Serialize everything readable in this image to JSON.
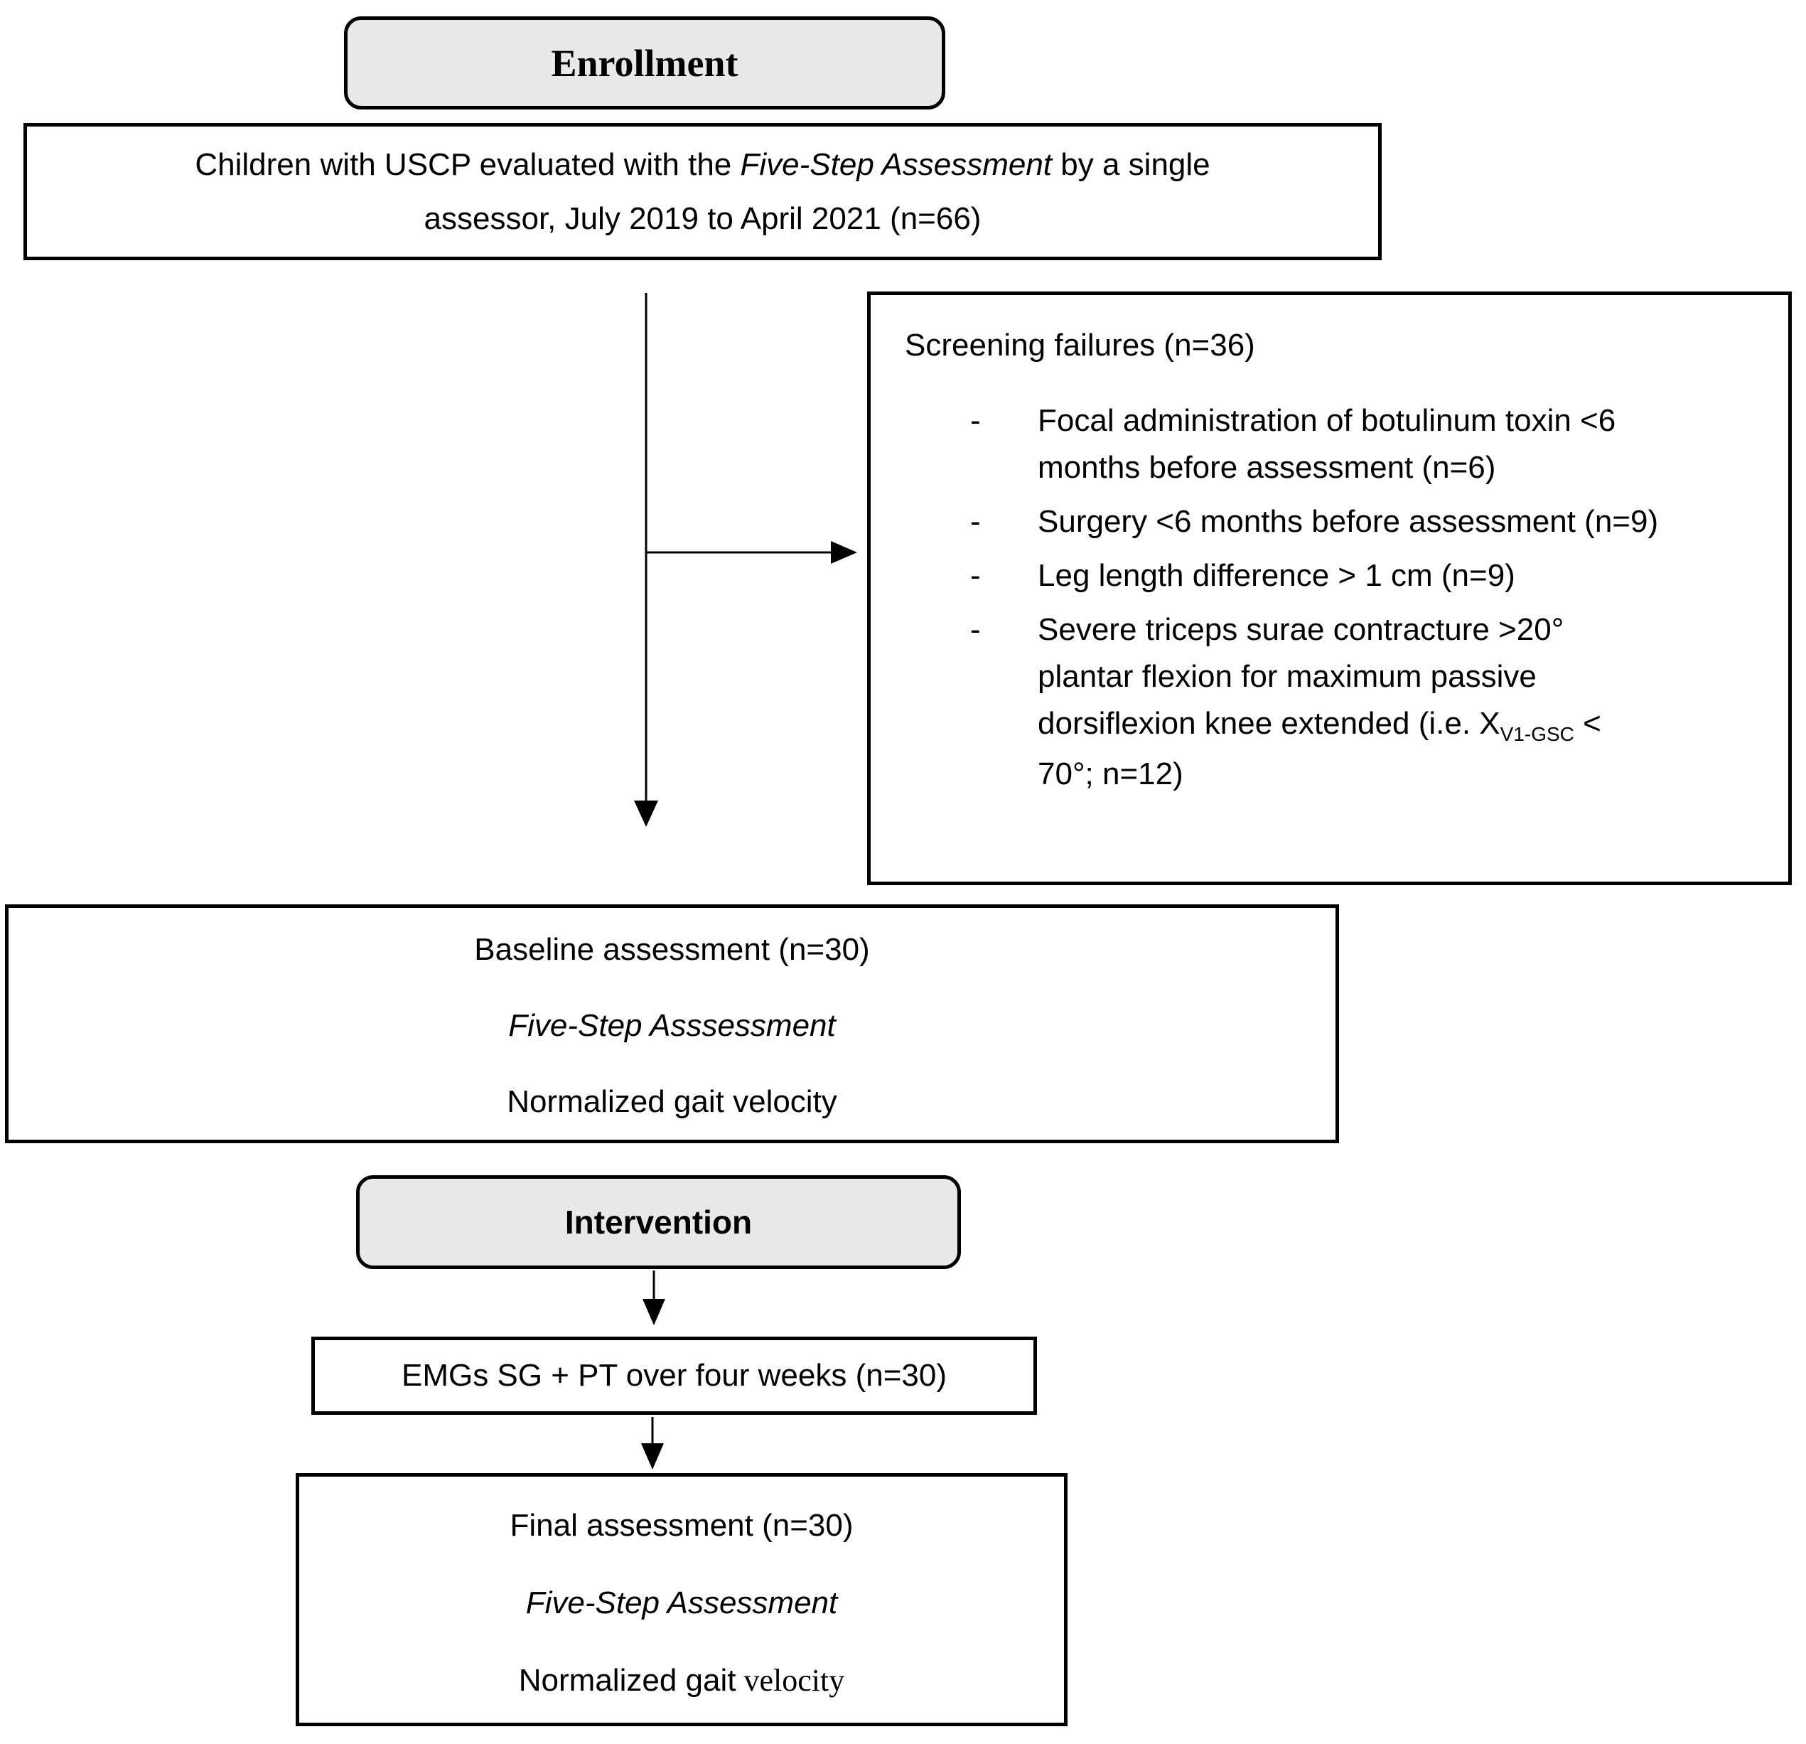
{
  "colors": {
    "background": "#ffffff",
    "border": "#000000",
    "stage_box_fill": "#e8e8e8",
    "text": "#000000"
  },
  "enrollment": {
    "label": "Enrollment"
  },
  "eligibility": {
    "line1_before_italic": "Children with USCP evaluated with the ",
    "line1_italic": "Five-Step Assessment",
    "line1_after_italic": " by a single",
    "line2": "assessor, July 2019 to April 2021 (n=66)"
  },
  "screening": {
    "title": "Screening failures (n=36)",
    "bullet": "-",
    "items": [
      {
        "lines": [
          "Focal administration of botulinum toxin <6",
          "months before assessment (n=6)"
        ]
      },
      {
        "lines": [
          "Surgery <6 months before assessment (n=9)"
        ]
      },
      {
        "lines": [
          "Leg length difference > 1 cm (n=9)"
        ]
      },
      {
        "lines": [
          "Severe triceps surae contracture >20°",
          "plantar flexion for maximum passive"
        ],
        "line3_before_sub": "dorsiflexion knee extended (i.e. X",
        "line3_sub": "V1-GSC",
        "line3_after_sub": " <",
        "line4": "70°; n=12)"
      }
    ]
  },
  "baseline": {
    "line1": "Baseline assessment (n=30)",
    "line2_italic": "Five-Step Asssessment",
    "line3": "Normalized gait velocity"
  },
  "intervention": {
    "label": "Intervention"
  },
  "emgs": {
    "label": "EMGs SG + PT over four weeks (n=30)"
  },
  "final": {
    "line1": "Final assessment (n=30)",
    "line2_italic": "Five-Step Assessment",
    "line3_sans": "Normalized gait",
    "line3_serif": " velocity"
  }
}
